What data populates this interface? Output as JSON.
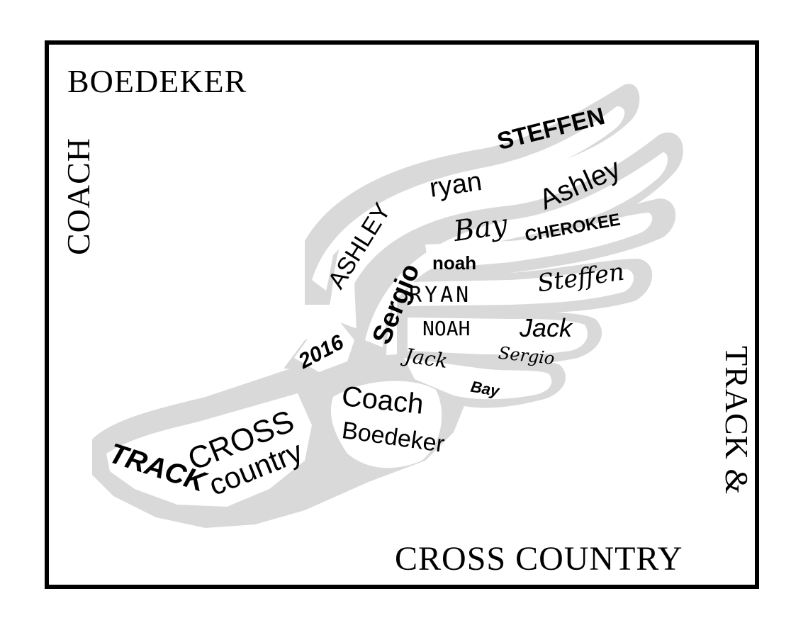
{
  "corner_titles": {
    "top_horizontal": "BOEDEKER",
    "top_vertical": "COACH",
    "bottom_vertical": "TRACK &",
    "bottom_horizontal": "CROSS COUNTRY"
  },
  "shoe_words": {
    "track": "TRACK",
    "cross": "CROSS",
    "country": "country",
    "coach": "Coach",
    "boedeker": "Boedeker",
    "year": "2016"
  },
  "wing_names": {
    "ashley_upper": "ASHLEY",
    "ryan_upper": "ryan",
    "steffen_upper": "STEFFEN",
    "sergio_vertical": "Sergio",
    "bay_script": "Bay",
    "ashley_lower": "Ashley",
    "noah_lower": "noah",
    "cherokee": "CHEROKEE",
    "ryan_caps": "RYAN",
    "steffen_script": "Steffen",
    "noah_caps": "NOAH",
    "jack_bold": "Jack",
    "jack_script": "Jack",
    "sergio_script": "Sergio",
    "bay_small": "Bay"
  },
  "colors": {
    "frame": "#000000",
    "silhouette": "#d9d9d9",
    "text": "#000000",
    "background": "#ffffff"
  }
}
